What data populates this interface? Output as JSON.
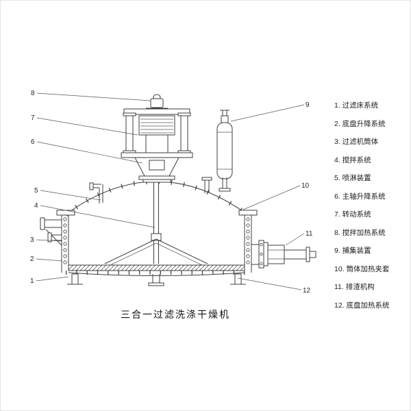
{
  "title": "三合一过滤洗涤干燥机",
  "legend": {
    "items": [
      "1. 过滤床系统",
      "2. 底盘升降系统",
      "3. 过滤机筒体",
      "4. 搅拌系统",
      "5. 喷淋装置",
      "6. 主轴升降系统",
      "7. 转动系统",
      "8. 搅拌加热系统",
      "9. 捕集装置",
      "10. 筒体加热夹套",
      "11. 排渣机构",
      "12. 底盘加热系统"
    ]
  },
  "callouts": [
    "1",
    "2",
    "3",
    "4",
    "5",
    "6",
    "7",
    "8",
    "9",
    "10",
    "11",
    "12"
  ]
}
